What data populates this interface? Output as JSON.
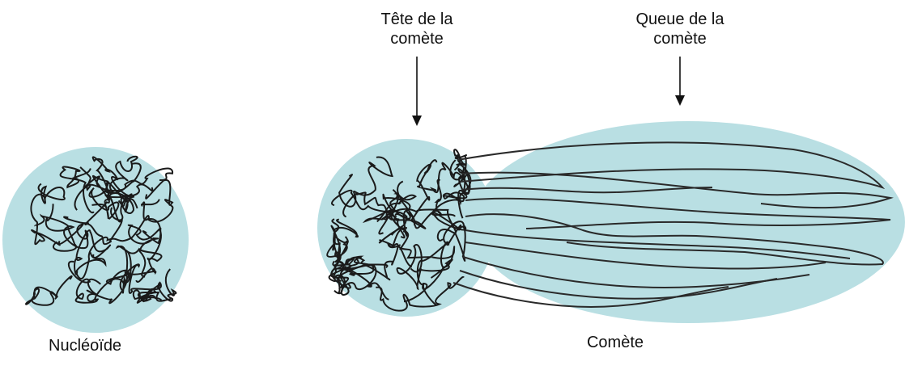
{
  "labels": {
    "head": [
      "Tête de la",
      "comète"
    ],
    "tail": [
      "Queue de la",
      "comète"
    ],
    "nucleoid": "Nucléoïde",
    "comet": "Comète"
  },
  "colors": {
    "fill": "#b9dfe3",
    "dna": "#1a1a1a",
    "arrow": "#111111"
  }
}
